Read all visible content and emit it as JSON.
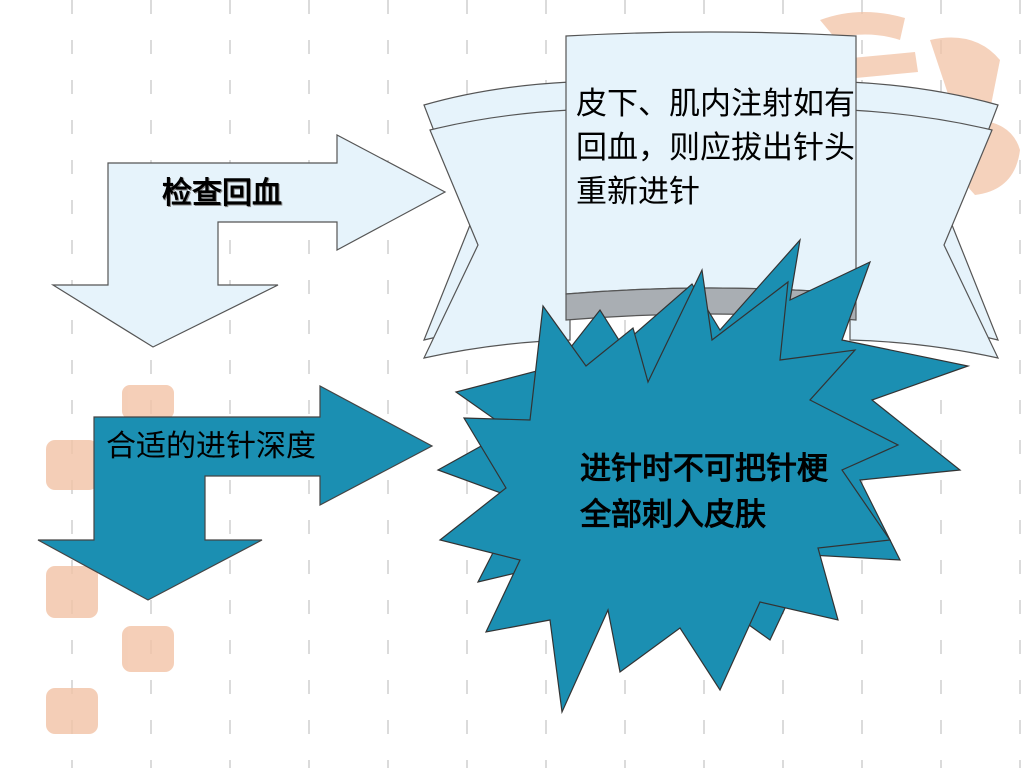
{
  "labels": {
    "check_blood": "检查回血",
    "proper_depth": "合适的进针深度",
    "scroll_note": "皮下、肌内注射如有回血，则应拔出针头重新进针",
    "star_note": "进针时不可把针梗全部刺入皮肤"
  },
  "colors": {
    "light_fill": "#e6f3fb",
    "teal_fill": "#1b8fb2",
    "scroll_shadow": "#a9aeb3",
    "watermark": "#f2c3a6",
    "grid_dash": "#cfcfcf"
  },
  "icons": {
    "watermark": "seal-logo-icon"
  }
}
